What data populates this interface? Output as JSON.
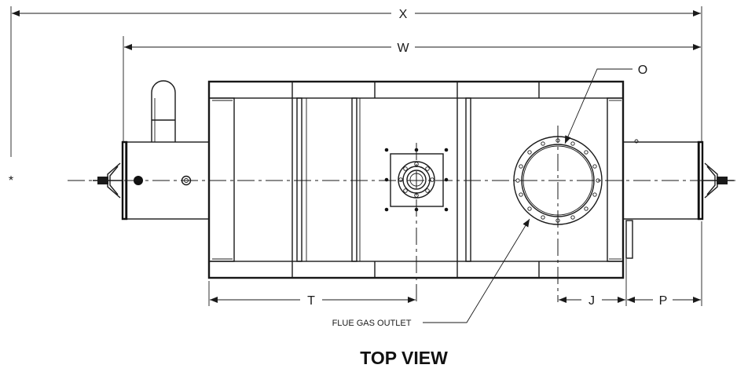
{
  "dimensions": {
    "x": "X",
    "w": "W",
    "o": "O",
    "t": "T",
    "j": "J",
    "p": "P",
    "asterisk": "*"
  },
  "callouts": {
    "flue_gas_outlet": "FLUE GAS OUTLET"
  },
  "view_title": "TOP VIEW"
}
